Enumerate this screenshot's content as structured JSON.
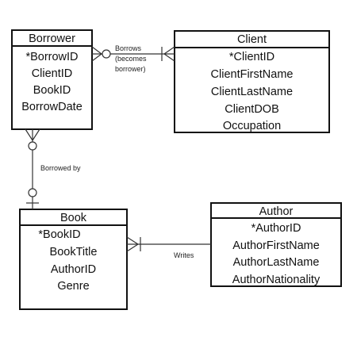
{
  "entities": {
    "borrower": {
      "title": "Borrower",
      "attributes": [
        "*BorrowID",
        "ClientID",
        "BookID",
        "BorrowDate"
      ]
    },
    "client": {
      "title": "Client",
      "attributes": [
        "*ClientID",
        "ClientFirstName",
        "ClientLastName",
        "ClientDOB",
        "Occupation"
      ]
    },
    "book": {
      "title": "Book",
      "attributes": [
        "*BookID",
        "BookTitle",
        "AuthorID",
        "Genre"
      ]
    },
    "author": {
      "title": "Author",
      "attributes": [
        "*AuthorID",
        "AuthorFirstName",
        "AuthorLastName",
        "AuthorNationality"
      ]
    }
  },
  "relationships": {
    "borrows": {
      "label_lines": [
        "Borrows",
        "(becomes",
        "borrower)"
      ]
    },
    "borrowed_by": {
      "label": "Borrowed by"
    },
    "writes": {
      "label": "Writes"
    }
  }
}
